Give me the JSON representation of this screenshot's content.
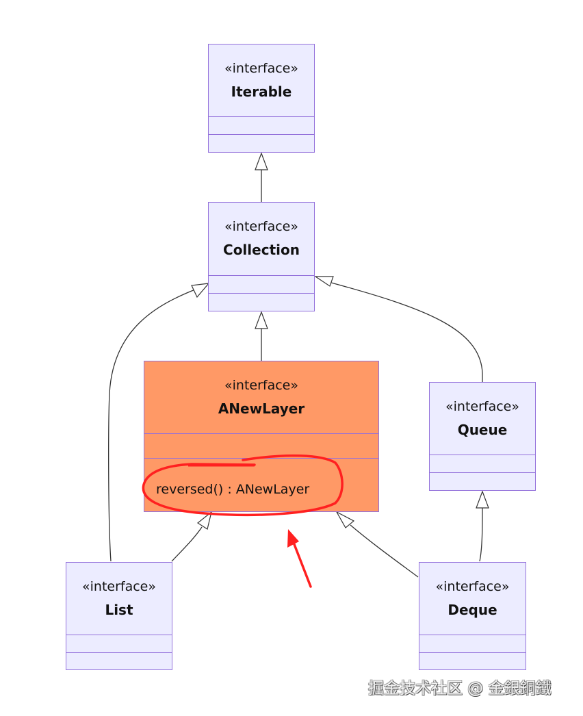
{
  "diagram": {
    "type": "UML class diagram",
    "nodes": [
      {
        "id": "iterable",
        "stereotype": "«interface»",
        "name": "Iterable",
        "methods": []
      },
      {
        "id": "collection",
        "stereotype": "«interface»",
        "name": "Collection",
        "methods": []
      },
      {
        "id": "anewlayer",
        "stereotype": "«interface»",
        "name": "ANewLayer",
        "methods": [
          "reversed() : ANewLayer"
        ],
        "highlighted": true
      },
      {
        "id": "queue",
        "stereotype": "«interface»",
        "name": "Queue",
        "methods": []
      },
      {
        "id": "list",
        "stereotype": "«interface»",
        "name": "List",
        "methods": []
      },
      {
        "id": "deque",
        "stereotype": "«interface»",
        "name": "Deque",
        "methods": []
      }
    ],
    "edges": [
      {
        "from": "collection",
        "to": "iterable",
        "kind": "inheritance"
      },
      {
        "from": "anewlayer",
        "to": "collection",
        "kind": "inheritance"
      },
      {
        "from": "list",
        "to": "collection",
        "kind": "inheritance"
      },
      {
        "from": "queue",
        "to": "collection",
        "kind": "inheritance"
      },
      {
        "from": "list",
        "to": "anewlayer",
        "kind": "inheritance"
      },
      {
        "from": "deque",
        "to": "anewlayer",
        "kind": "inheritance"
      },
      {
        "from": "deque",
        "to": "queue",
        "kind": "inheritance"
      }
    ],
    "annotations": [
      {
        "kind": "hand-drawn circle",
        "target": "reversed() : ANewLayer",
        "color": "#ff2020"
      },
      {
        "kind": "hand-drawn arrow",
        "target": "anewlayer",
        "color": "#ff2020"
      }
    ]
  },
  "colors": {
    "node_fill": "#ECECFF",
    "node_border": "#9370db",
    "highlight_fill": "#FF9966",
    "edge": "#333333",
    "annotation": "#ff2020"
  },
  "watermark": "掘金技术社区 @ 金銀銅鐵"
}
